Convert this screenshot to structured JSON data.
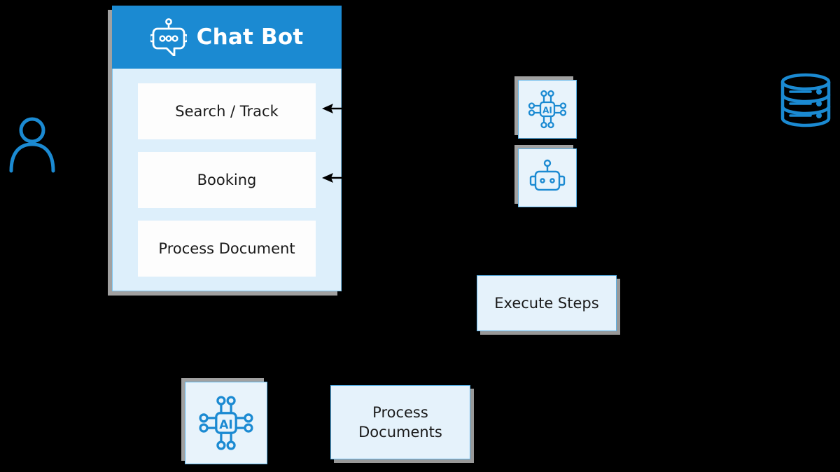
{
  "diagram": {
    "background_color": "#000000",
    "accent_color": "#1b8ad2",
    "panel_fill": "#ddeffb",
    "box_fill": "#e5f2fb",
    "border_color": "#5cb3e8"
  },
  "chatbot_panel": {
    "title": "Chat Bot",
    "header_icon": "chat-bot-icon",
    "items": [
      {
        "label": "Search / Track"
      },
      {
        "label": "Booking"
      },
      {
        "label": "Process Document"
      }
    ]
  },
  "actor": {
    "icon": "user-icon",
    "label": ""
  },
  "datastore": {
    "icon": "database-icon",
    "label": ""
  },
  "icon_tiles": [
    {
      "name": "ai-chip-tile-top",
      "icon": "ai-chip-icon"
    },
    {
      "name": "robot-tile",
      "icon": "robot-icon"
    },
    {
      "name": "ai-chip-tile-bottom",
      "icon": "ai-chip-icon"
    }
  ],
  "process_boxes": [
    {
      "name": "execute-steps-box",
      "label": "Execute Steps"
    },
    {
      "name": "process-documents-box",
      "label": "Process\nDocuments"
    }
  ],
  "arrows": [
    {
      "name": "arrow-to-search-track",
      "direction": "left"
    },
    {
      "name": "arrow-to-booking",
      "direction": "left"
    }
  ]
}
